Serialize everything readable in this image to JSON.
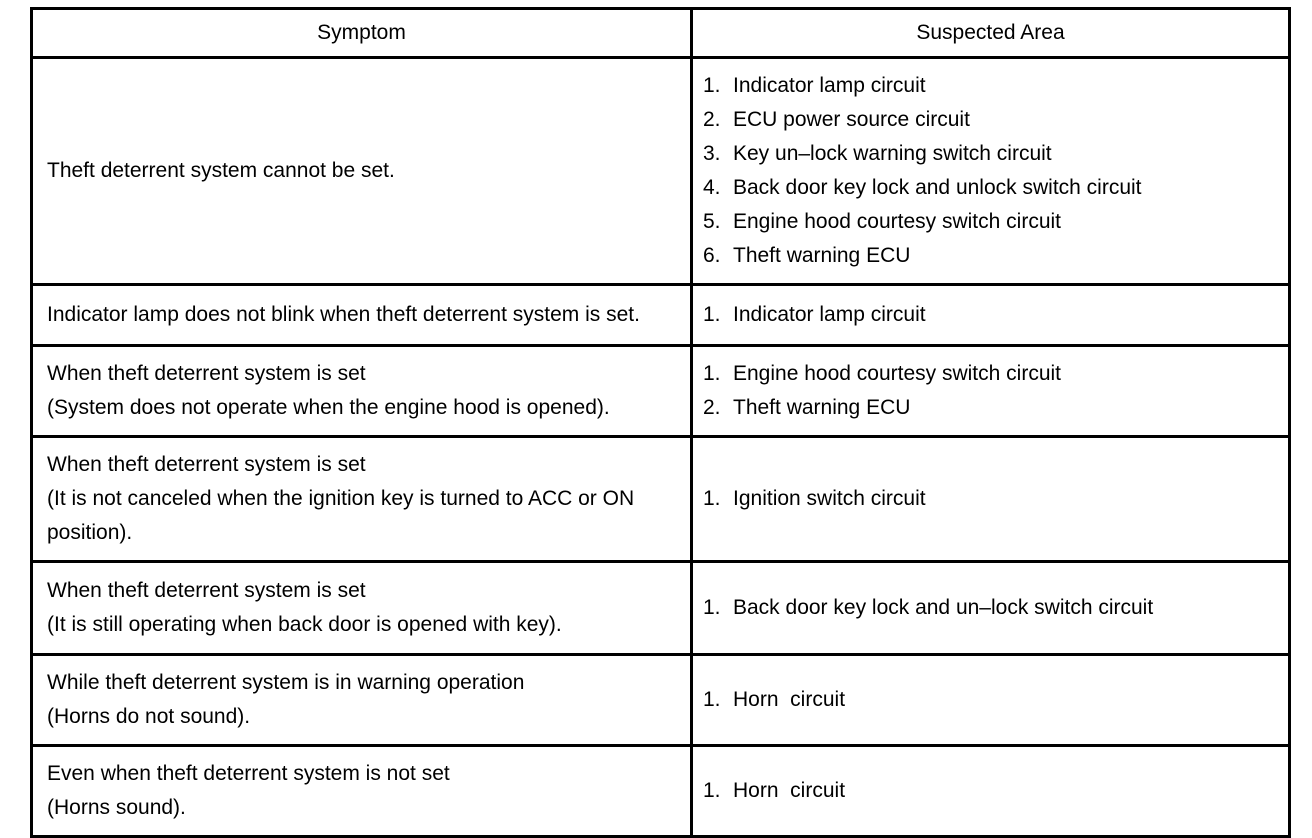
{
  "table": {
    "headers": {
      "symptom": "Symptom",
      "suspected_area": "Suspected Area"
    },
    "rows": [
      {
        "symptom_lines": [
          "Theft deterrent system cannot be set."
        ],
        "suspected": [
          {
            "num": "1.",
            "text": "Indicator lamp circuit"
          },
          {
            "num": "2.",
            "text": "ECU power source circuit"
          },
          {
            "num": "3.",
            "text": "Key un–lock warning switch circuit"
          },
          {
            "num": "4.",
            "text": "Back door key lock and unlock switch circuit"
          },
          {
            "num": "5.",
            "text": "Engine hood courtesy switch circuit"
          },
          {
            "num": "6.",
            "text": "Theft warning ECU"
          }
        ]
      },
      {
        "symptom_lines": [
          "Indicator lamp does not blink when theft deterrent system is set."
        ],
        "suspected": [
          {
            "num": "1.",
            "text": "Indicator lamp circuit"
          }
        ]
      },
      {
        "symptom_lines": [
          "When theft deterrent system is set",
          "(System does not operate when the engine hood is opened)."
        ],
        "suspected": [
          {
            "num": "1.",
            "text": "Engine hood courtesy switch circuit"
          },
          {
            "num": "2.",
            "text": "Theft warning ECU"
          }
        ]
      },
      {
        "symptom_lines": [
          "When theft deterrent system is set",
          "(It is not canceled when the ignition key is turned to ACC or ON",
          "position)."
        ],
        "suspected": [
          {
            "num": "1.",
            "text": "Ignition switch circuit"
          }
        ]
      },
      {
        "symptom_lines": [
          "When theft deterrent system is set",
          "(It is still operating when back door is opened with key)."
        ],
        "suspected": [
          {
            "num": "1.",
            "text": "Back door key lock and un–lock switch circuit"
          }
        ]
      },
      {
        "symptom_lines": [
          "While theft deterrent system is in warning operation",
          "(Horns do not sound)."
        ],
        "suspected": [
          {
            "num": "1.",
            "text": "Horn  circuit"
          }
        ]
      },
      {
        "symptom_lines": [
          "Even when theft deterrent system is not set",
          "(Horns sound)."
        ],
        "suspected": [
          {
            "num": "1.",
            "text": "Horn  circuit"
          }
        ]
      }
    ]
  },
  "colors": {
    "border": "#000000",
    "text": "#000000",
    "background": "#ffffff"
  }
}
